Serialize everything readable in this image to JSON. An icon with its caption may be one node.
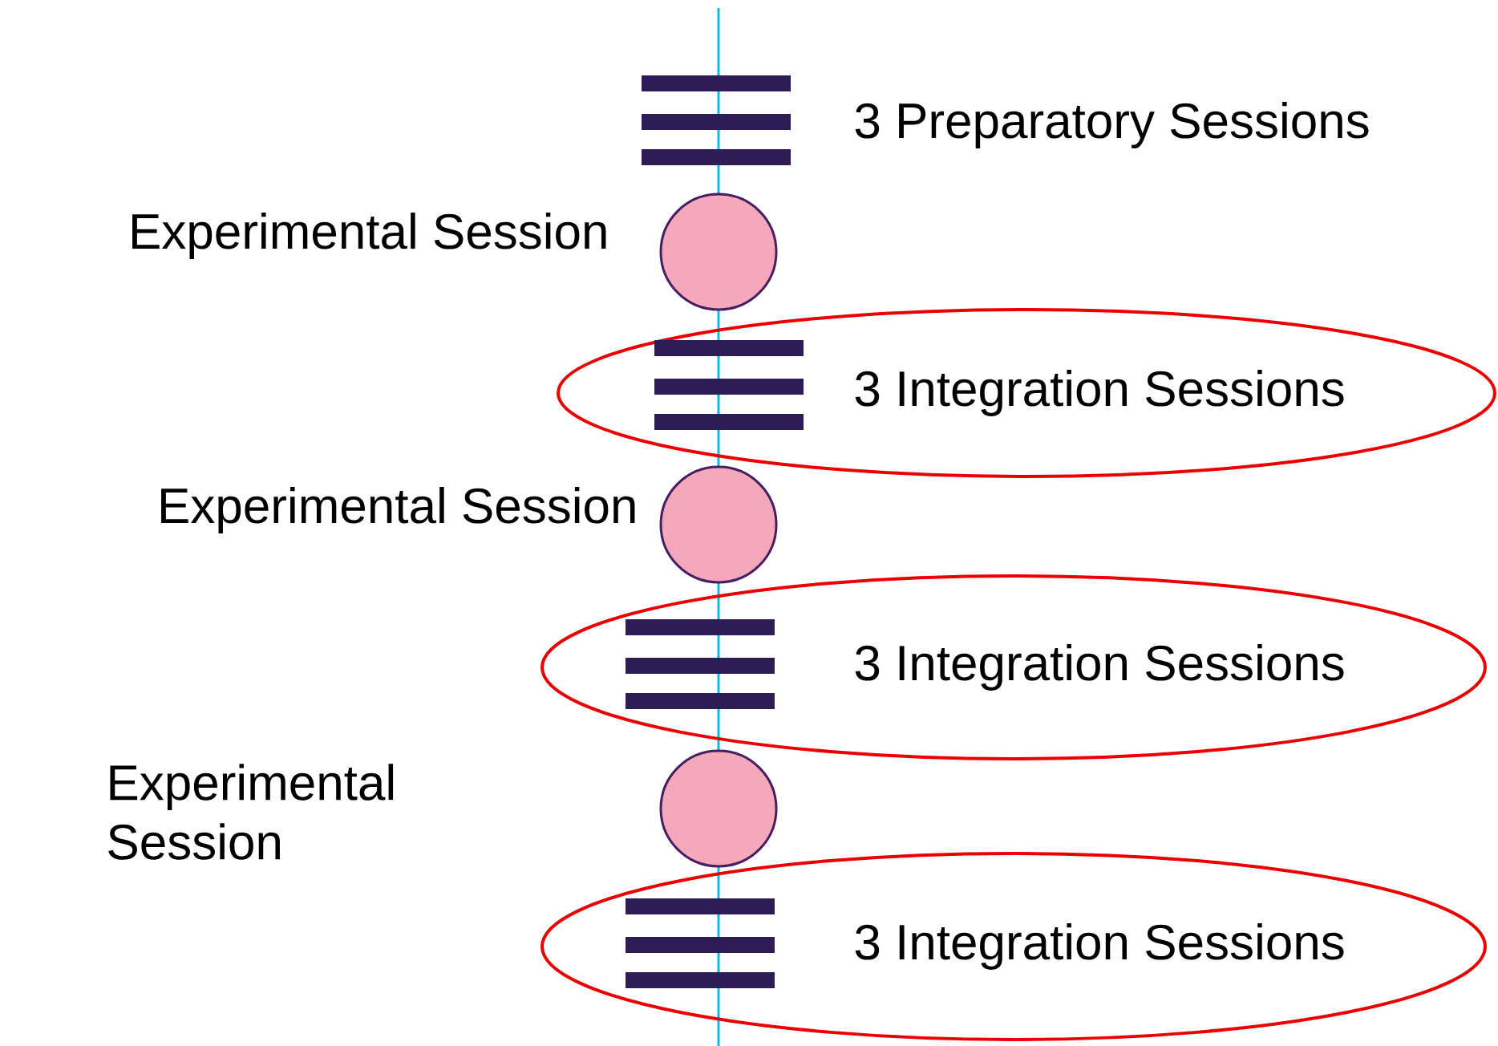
{
  "diagram": {
    "nodes": [
      {
        "text": [],
        "shape": "bar",
        "beside": [
          "3 Preparatory Sessions"
        ]
      },
      {
        "text": [],
        "shape": "circle",
        "beside": [
          "Experimental Session"
        ]
      },
      {
        "text": [
          "3 Integration Sessions"
        ]
      },
      {
        "text": [],
        "shape": "bar",
        "in": 2
      },
      {
        "text": [],
        "shape": "circle",
        "beside": [
          "Experimental Session"
        ]
      },
      {
        "text": [
          "3 Integration Sessions"
        ]
      },
      {
        "text": [],
        "shape": "bar",
        "in": 5
      },
      {
        "text": [],
        "shape": "circle"
      },
      {
        "text": [
          "3 Integration Sessions"
        ]
      },
      {
        "text": [],
        "shape": "bar",
        "in": 8
      }
    ],
    "labels": [
      "Experimental Session"
    ]
  }
}
